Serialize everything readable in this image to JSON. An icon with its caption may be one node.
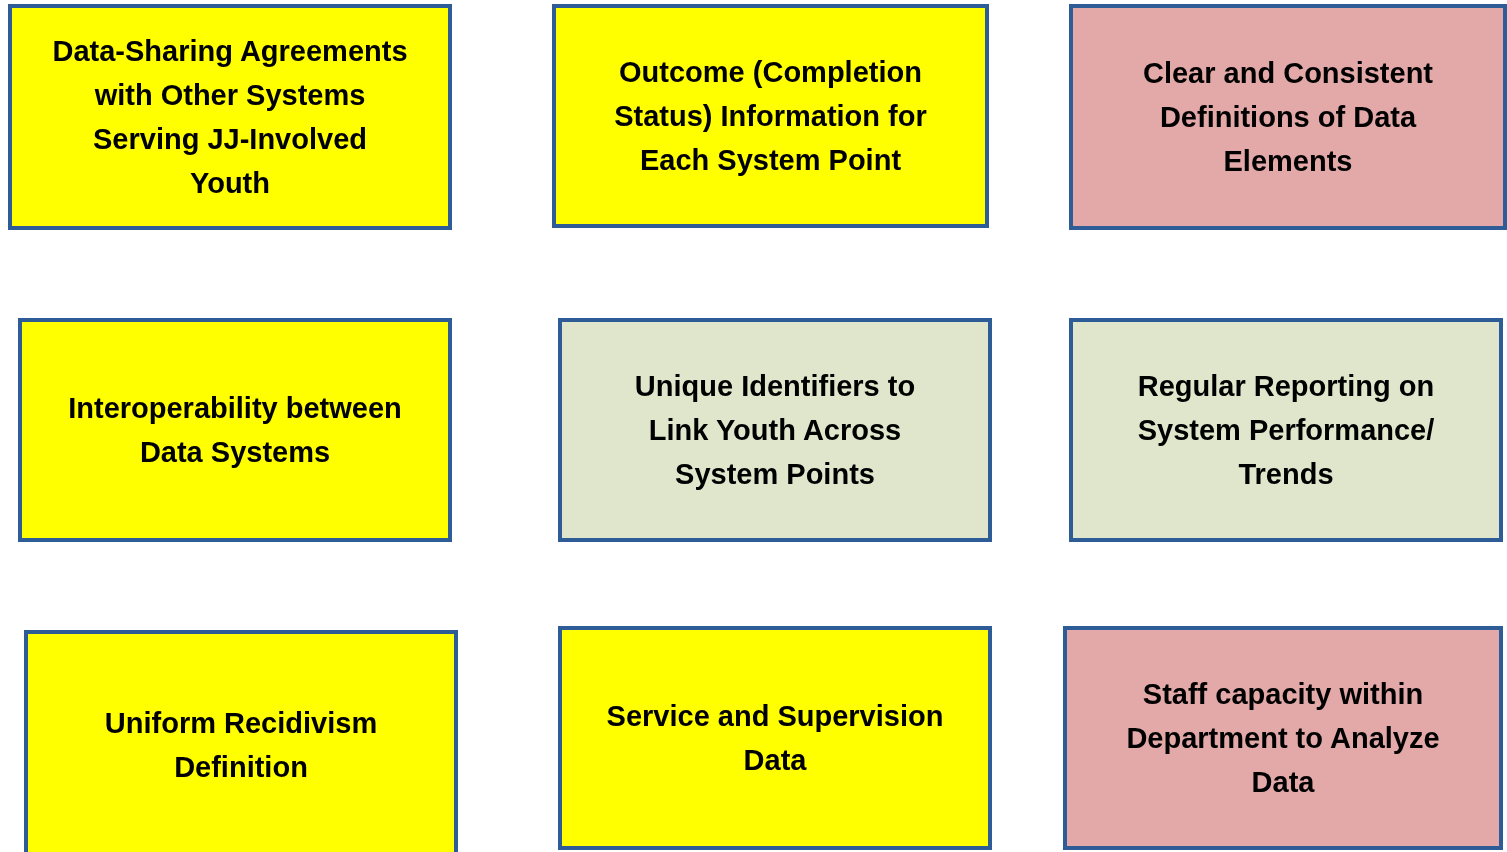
{
  "diagram": {
    "nodes": [
      {
        "text": [
          "Data-Sharing Agreements with Other Systems Serving JJ-Involved Youth"
        ]
      },
      {
        "text": [
          "Outcome (Completion Status) Information for Each System Point"
        ]
      },
      {
        "text": [
          "Clear and Consistent Definitions of Data Elements"
        ]
      },
      {
        "text": [
          "Interoperability between Data Systems"
        ]
      },
      {
        "text": [
          "Unique Identifiers to Link Youth Across System Points"
        ]
      },
      {
        "text": [
          "Regular Reporting on System Performance/ Trends"
        ]
      },
      {
        "text": [
          "Uniform Recidivism Definition"
        ]
      },
      {
        "text": [
          "Service and Supervision Data"
        ]
      },
      {
        "text": [
          "Staff capacity within Department to Analyze Data"
        ]
      }
    ]
  }
}
